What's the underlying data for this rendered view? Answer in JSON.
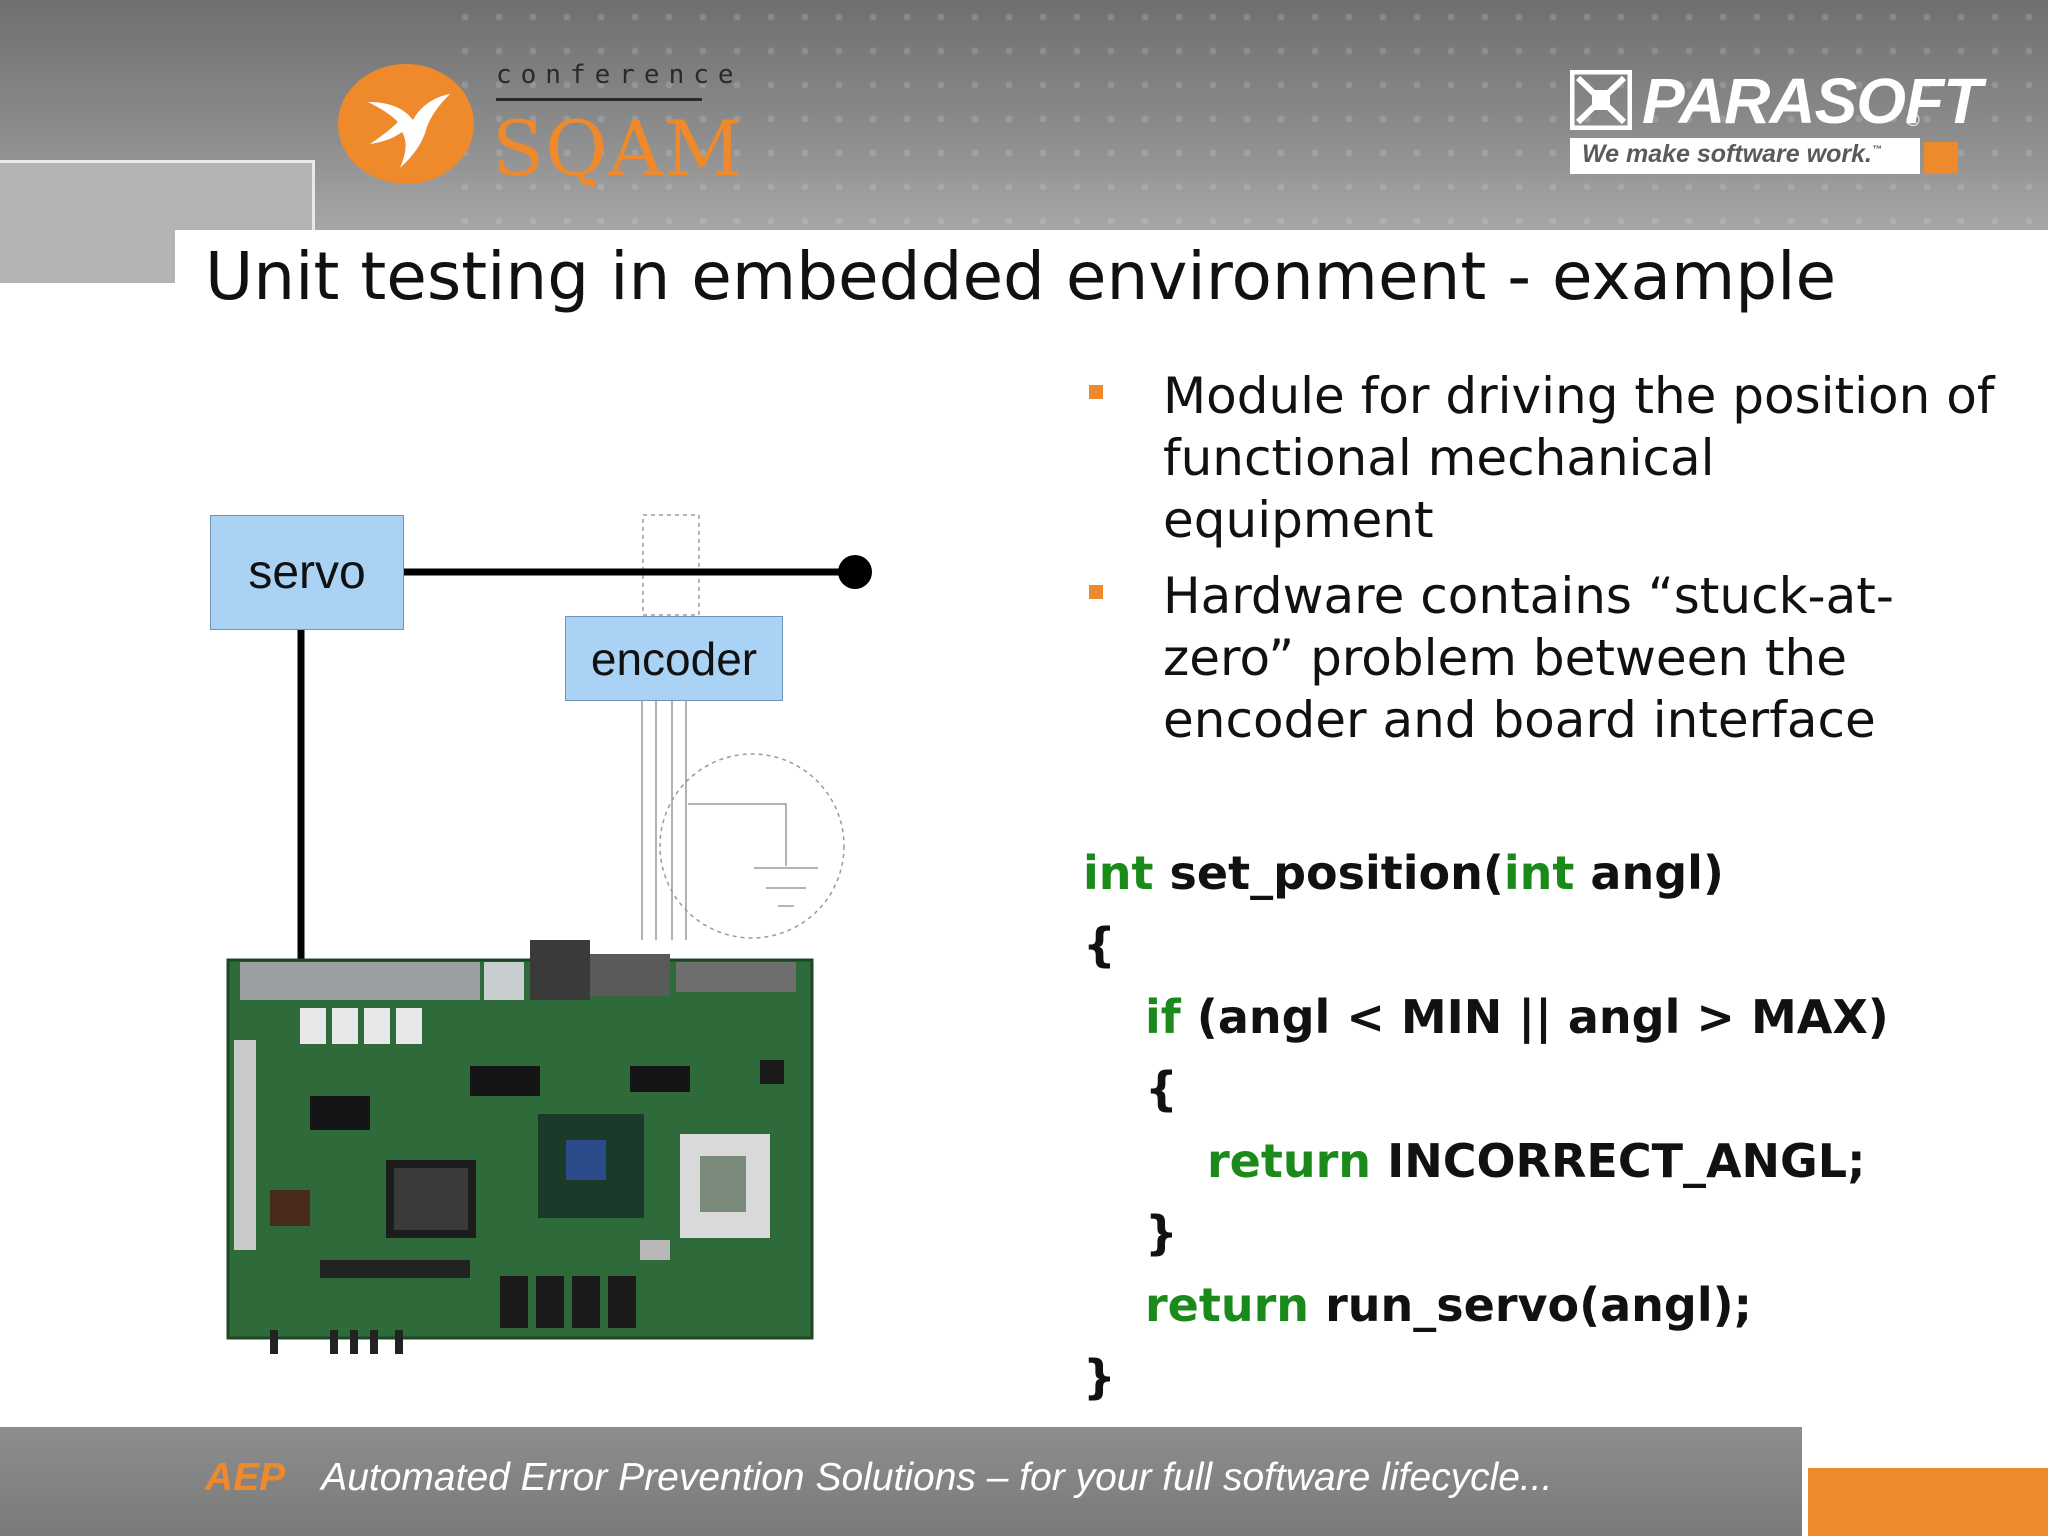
{
  "header": {
    "sqam": {
      "line1": "conference",
      "line2": "SQAM"
    },
    "parasoft": {
      "name": "PARASOFT",
      "registered": "®",
      "tagline": "We make software work.",
      "tagline_mark": "™"
    }
  },
  "title": "Unit testing in embedded environment - example",
  "bullets": [
    "Module for driving the position of functional mechanical equipment",
    "Hardware contains “stuck-at-zero” problem between the encoder and board interface"
  ],
  "code": {
    "lines": [
      {
        "kw": "int",
        "rest": " set_position(",
        "kw2": "int",
        "rest2": " angl)"
      },
      {
        "kw": "",
        "rest": "{"
      },
      {
        "kw": "if",
        "rest": " (angl < MIN || angl > MAX)"
      },
      {
        "kw": "",
        "rest": "{"
      },
      {
        "kw": "return",
        "rest": " INCORRECT_ANGL;"
      },
      {
        "kw": "",
        "rest": "}"
      },
      {
        "kw": "return",
        "rest": " run_servo(angl);"
      },
      {
        "kw": "",
        "rest": "}"
      }
    ]
  },
  "diagram": {
    "servo_label": "servo",
    "encoder_label": "encoder"
  },
  "footer": {
    "aep": "AEP",
    "text": "Automated Error Prevention Solutions – for your full software lifecycle..."
  },
  "colors": {
    "accent_orange": "#ee8a2c",
    "keyword_green": "#1a8a1a",
    "box_blue": "#a9d2f5",
    "header_gray": "#8c8c8c"
  }
}
